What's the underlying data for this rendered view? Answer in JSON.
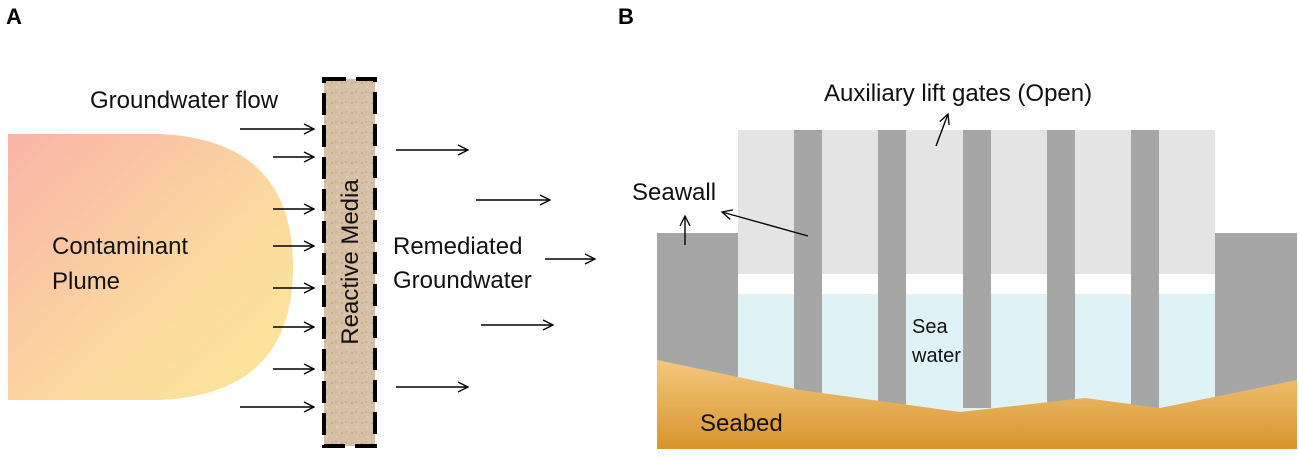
{
  "panel_a": {
    "letter": "A",
    "groundwater_flow_label": "Groundwater flow",
    "plume_line1": "Contaminant",
    "plume_line2": "Plume",
    "media_label": "Reactive Media",
    "remediated_line1": "Remediated",
    "remediated_line2": "Groundwater"
  },
  "panel_b": {
    "letter": "B",
    "gates_label": "Auxiliary lift gates (Open)",
    "seawall_label": "Seawall",
    "water_line1": "Sea",
    "water_line2": "water",
    "seabed_label": "Seabed"
  },
  "colors": {
    "plume_start": "#f9b7a6",
    "plume_end": "#fde79a",
    "media_fill": "#d9c2a6",
    "gate_light": "#e3e3e3",
    "pillar_dark": "#a6a6a6",
    "water": "#dff3f7",
    "seabed_top": "#f0c27a",
    "seabed_bottom": "#d9962f"
  }
}
